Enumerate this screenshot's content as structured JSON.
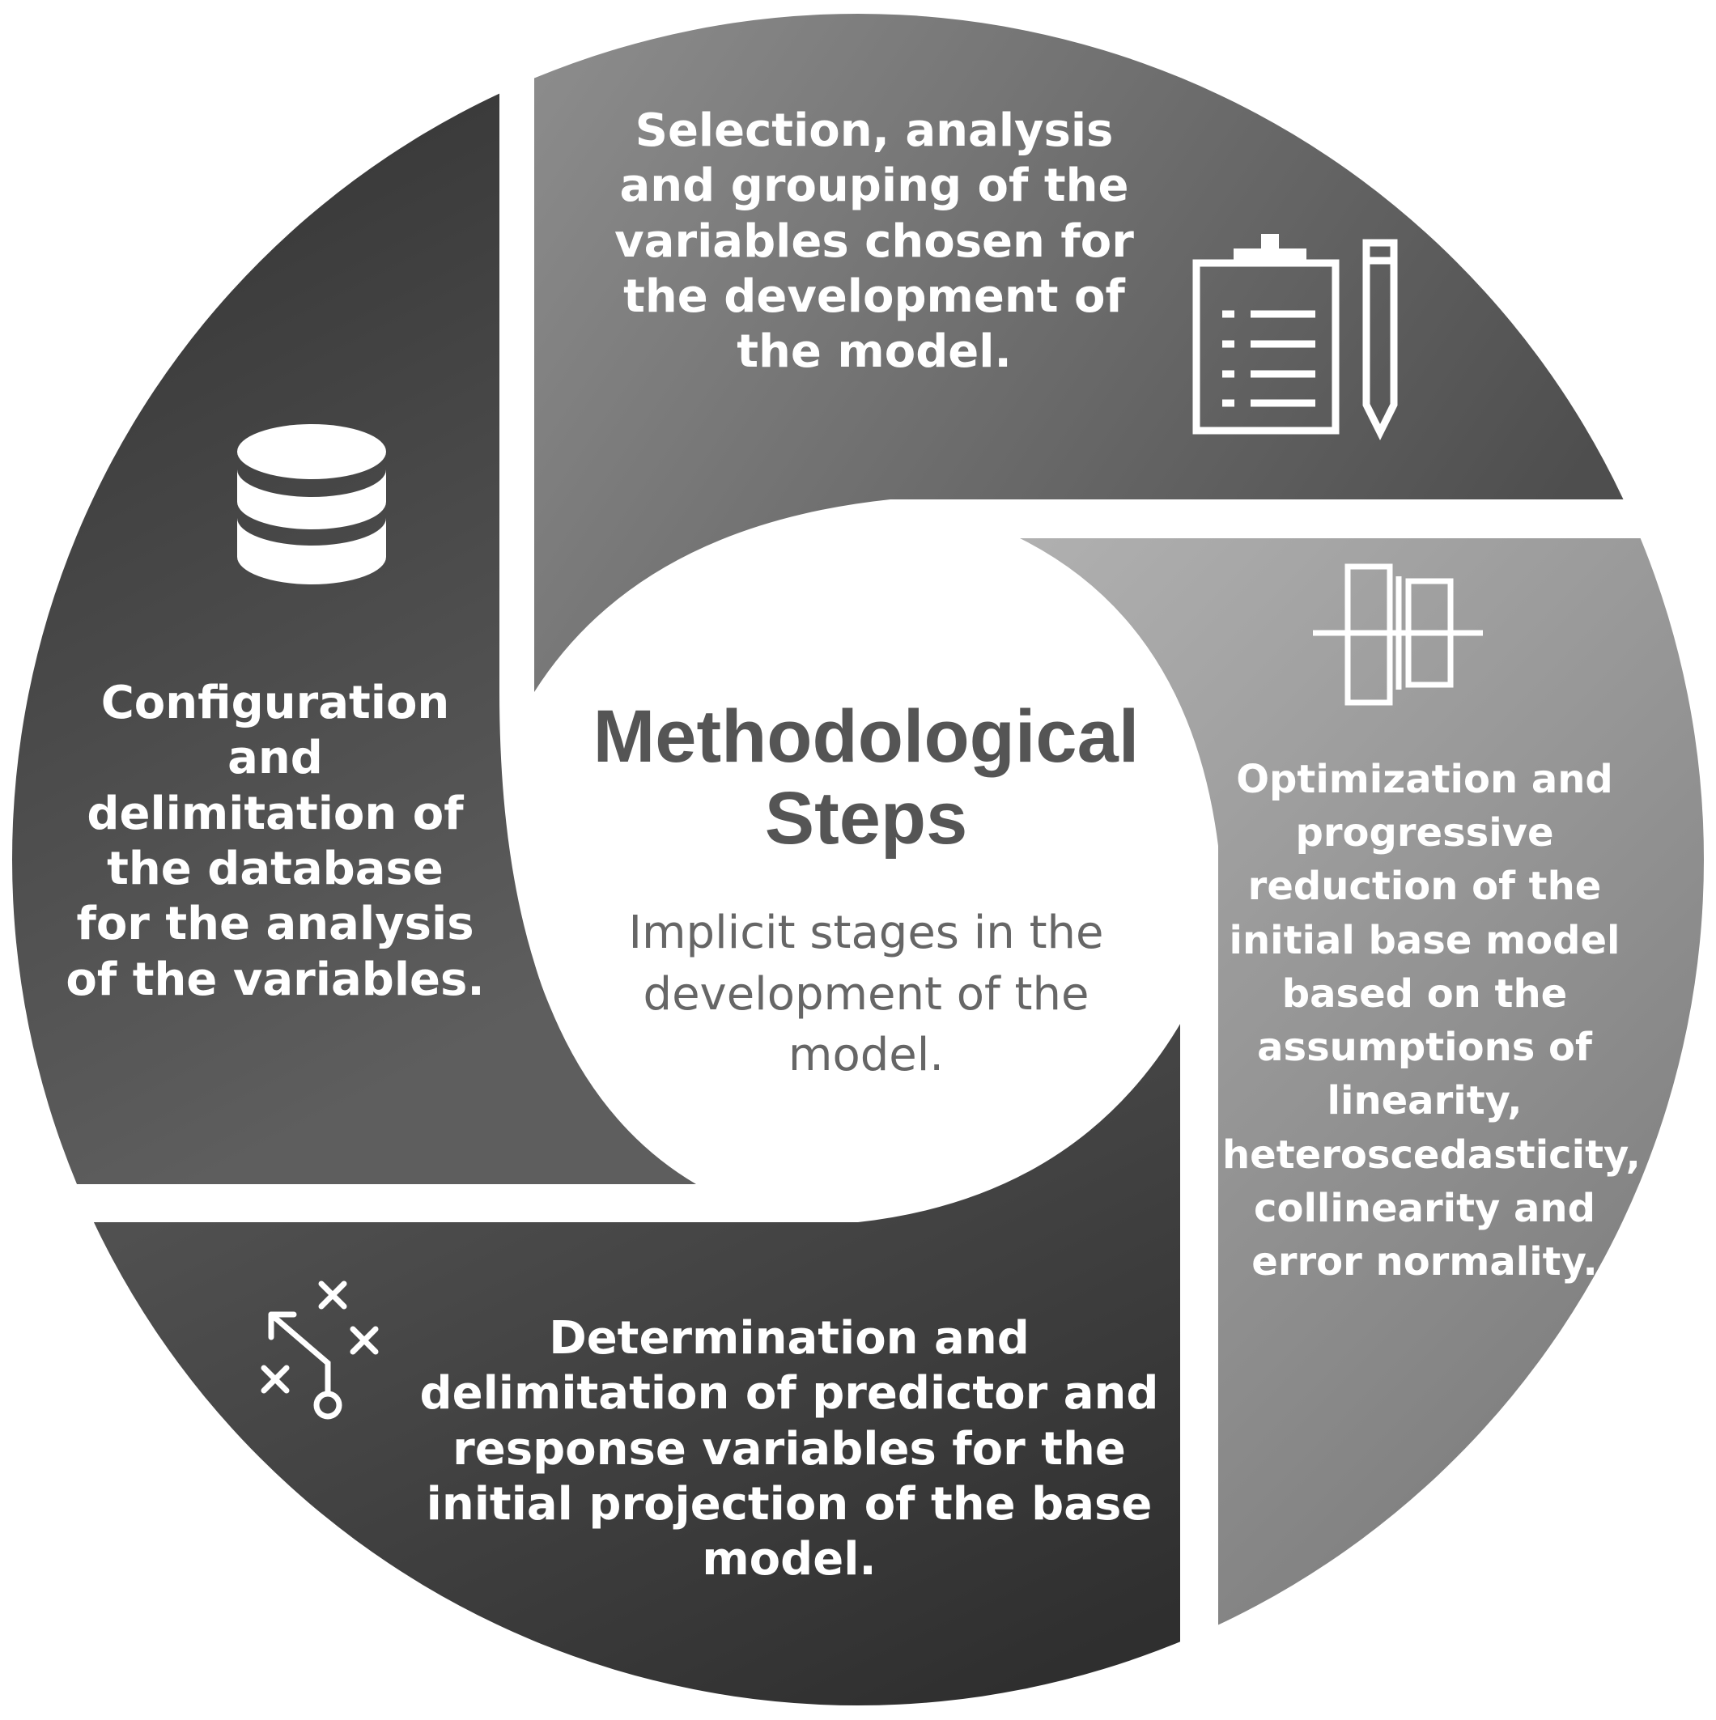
{
  "center": {
    "title": "Methodological Steps",
    "subtitle": "Implicit stages in the development of the model."
  },
  "segments": {
    "top": {
      "text": "Selection, analysis and grouping of the variables chosen for the development of the model.",
      "icon": "clipboard-pencil-icon"
    },
    "right": {
      "text": "Optimization and progressive reduction of the initial base model based on the assumptions of linearity, heteroscedasticity, collinearity and error normality.",
      "icon": "boxplot-icon"
    },
    "bottom": {
      "text": "Determination and delimitation of predictor and response variables for the initial projection of the base model.",
      "icon": "strategy-play-icon"
    },
    "left": {
      "text": "Configuration and delimitation of the database for the analysis of the variables.",
      "icon": "database-icon"
    }
  },
  "colors": {
    "left_dark": "#2e2e2e",
    "left_light": "#5e5e5e",
    "top_dark": "#555555",
    "top_light": "#9a9a9a",
    "right_light": "#a8a8a8",
    "right_dark": "#7a7a7a",
    "bottom_dark": "#2f2f2f",
    "bottom_light": "#666666",
    "center": "#ffffff"
  }
}
